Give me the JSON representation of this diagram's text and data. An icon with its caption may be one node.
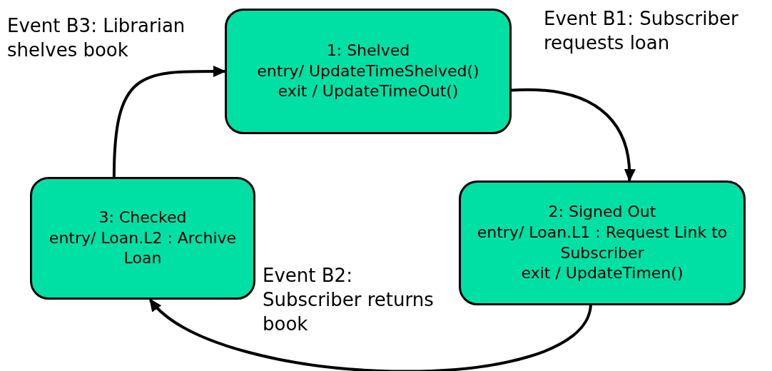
{
  "diagram": {
    "nodes": [
      {
        "text": [
          "1: Shelved",
          "entry/ UpdateTimeShelved()",
          "exit / UpdateTimeOut()"
        ]
      },
      {
        "text": [
          "2: Signed Out",
          "entry/ Loan.L1 : Request Link to Subscriber",
          "exit / UpdateTimen()"
        ]
      },
      {
        "text": [
          "3: Checked",
          "entry/ Loan.L2 : Archive Loan"
        ]
      }
    ],
    "edges": [
      {
        "from": 0,
        "to": 1,
        "arrow": "to",
        "label": "Event B1: Subscriber requests loan"
      },
      {
        "from": 1,
        "to": 2,
        "arrow": "to",
        "label": "Event B2: Subscriber returns book"
      },
      {
        "from": 2,
        "to": 0,
        "arrow": "to",
        "label": "Event B3: Librarian shelves book"
      }
    ]
  }
}
